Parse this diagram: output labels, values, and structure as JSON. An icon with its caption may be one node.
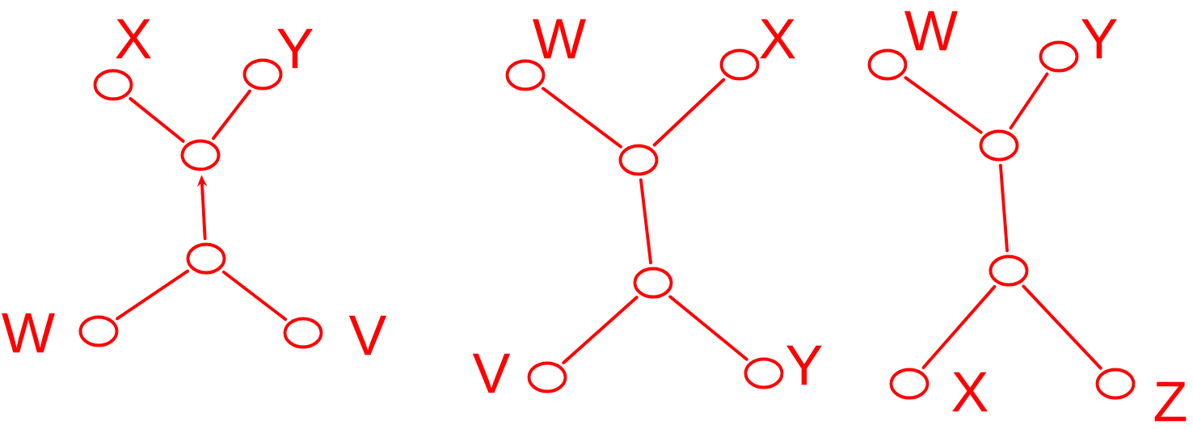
{
  "diagram": {
    "nodes": [
      {
        "text": [],
        "shape": "circle",
        "beside": [
          "X"
        ]
      },
      {
        "text": [],
        "shape": "circle",
        "beside": [
          "Y"
        ]
      },
      {
        "text": [],
        "shape": "circle"
      },
      {
        "text": [],
        "shape": "circle"
      },
      {
        "text": [],
        "shape": "circle",
        "beside": [
          "W"
        ]
      },
      {
        "text": [],
        "shape": "circle",
        "beside": [
          "V"
        ]
      },
      {
        "text": [],
        "shape": "circle",
        "beside": [
          "W"
        ]
      },
      {
        "text": [],
        "shape": "circle",
        "beside": [
          "X"
        ]
      },
      {
        "text": [],
        "shape": "circle"
      },
      {
        "text": [],
        "shape": "circle"
      },
      {
        "text": [],
        "shape": "circle",
        "beside": [
          "V"
        ]
      },
      {
        "text": [],
        "shape": "circle",
        "beside": [
          "Y"
        ]
      },
      {
        "text": [],
        "shape": "circle",
        "beside": [
          "W"
        ]
      },
      {
        "text": [],
        "shape": "circle",
        "beside": [
          "Y"
        ]
      },
      {
        "text": [],
        "shape": "circle"
      },
      {
        "text": [],
        "shape": "circle"
      },
      {
        "text": [],
        "shape": "circle",
        "beside": [
          "X"
        ]
      },
      {
        "text": [],
        "shape": "circle",
        "beside": [
          "Z"
        ]
      }
    ],
    "edges": [
      {
        "from": 2,
        "to": 0,
        "arrow": "none"
      },
      {
        "from": 2,
        "to": 1,
        "arrow": "none"
      },
      {
        "from": 3,
        "to": 2,
        "arrow": "to"
      },
      {
        "from": 3,
        "to": 4,
        "arrow": "none"
      },
      {
        "from": 3,
        "to": 5,
        "arrow": "none"
      },
      {
        "from": 8,
        "to": 6,
        "arrow": "none"
      },
      {
        "from": 8,
        "to": 7,
        "arrow": "none"
      },
      {
        "from": 8,
        "to": 9,
        "arrow": "none"
      },
      {
        "from": 9,
        "to": 10,
        "arrow": "none"
      },
      {
        "from": 9,
        "to": 11,
        "arrow": "none"
      },
      {
        "from": 14,
        "to": 12,
        "arrow": "none"
      },
      {
        "from": 14,
        "to": 13,
        "arrow": "none"
      },
      {
        "from": 14,
        "to": 15,
        "arrow": "none"
      },
      {
        "from": 15,
        "to": 16,
        "arrow": "none"
      },
      {
        "from": 15,
        "to": 17,
        "arrow": "none"
      }
    ]
  }
}
